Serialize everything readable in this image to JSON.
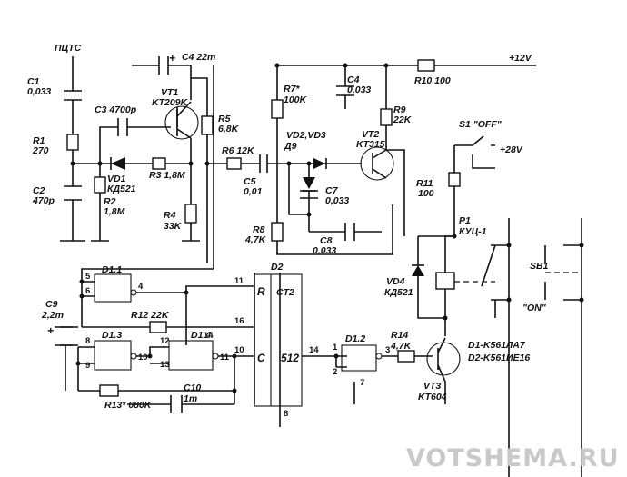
{
  "labels": {
    "ptts": "ПЦТС",
    "c1": "C1",
    "c1v": "0,033",
    "r1": "R1",
    "r1v": "270",
    "c2": "C2",
    "c2v": "470p",
    "c3": "C3 4700p",
    "vt1": "VT1",
    "vt1t": "KT209K",
    "c4top": "C4 22m",
    "r5": "R5",
    "r5v": "6,8K",
    "vd1": "VD1",
    "vd1t": "КД521",
    "r3": "R3 1,8M",
    "r6": "R6 12K",
    "r2": "R2",
    "r2v": "1,8M",
    "r4": "R4",
    "r4v": "33K",
    "r7": "R7*",
    "r7v": "100K",
    "c4b": "C4",
    "c4bv": "0,033",
    "vd23": "VD2,VD3",
    "vd23t": "Д9",
    "vt2": "VT2",
    "vt2t": "KT315",
    "r9": "R9",
    "r9v": "22K",
    "r10": "R10 100",
    "p12": "+12V",
    "c5": "C5",
    "c5v": "0,01",
    "c7": "C7",
    "c7v": "0,033",
    "r8": "R8",
    "r8v": "4,7K",
    "c8": "C8",
    "c8v": "0,033",
    "s1": "S1 \"OFF\"",
    "p28": "+28V",
    "r11": "R11",
    "r11v": "100",
    "p1": "P1",
    "p1t": "КУЦ-1",
    "vd4": "VD4",
    "vd4t": "КД521",
    "sb1": "SB1",
    "on": "\"ON\"",
    "d11": "D1.1",
    "d2": "D2",
    "ct2": "CT2",
    "c9": "C9",
    "c9v": "2,2m",
    "r12": "R12 22K",
    "d13": "D1.3",
    "d14": "D1.4",
    "d12": "D1.2",
    "r14": "R14",
    "r14v": "4,7K",
    "vt3": "VT3",
    "vt3t": "KT604",
    "note1": "D1-K561ЛА7",
    "note2": "D2-K561ИЕ16",
    "r13": "R13* 680K",
    "c10": "C10",
    "c10v": "1m",
    "counter_r": "R",
    "counter_c": "C",
    "counter_div": "512",
    "plus": "+",
    "watermark": "VOTSHEMA.RU"
  },
  "pins": {
    "p5": "5",
    "p6": "6",
    "p4": "4",
    "p11": "11",
    "p16": "16",
    "p10": "10",
    "p14c": "14",
    "p8c": "8",
    "p8": "8",
    "p9": "9",
    "p10g": "10",
    "p12": "12",
    "p13": "13",
    "p14": "14",
    "p11g": "11",
    "p1": "1",
    "p2": "2",
    "p3": "3",
    "p7": "7"
  }
}
